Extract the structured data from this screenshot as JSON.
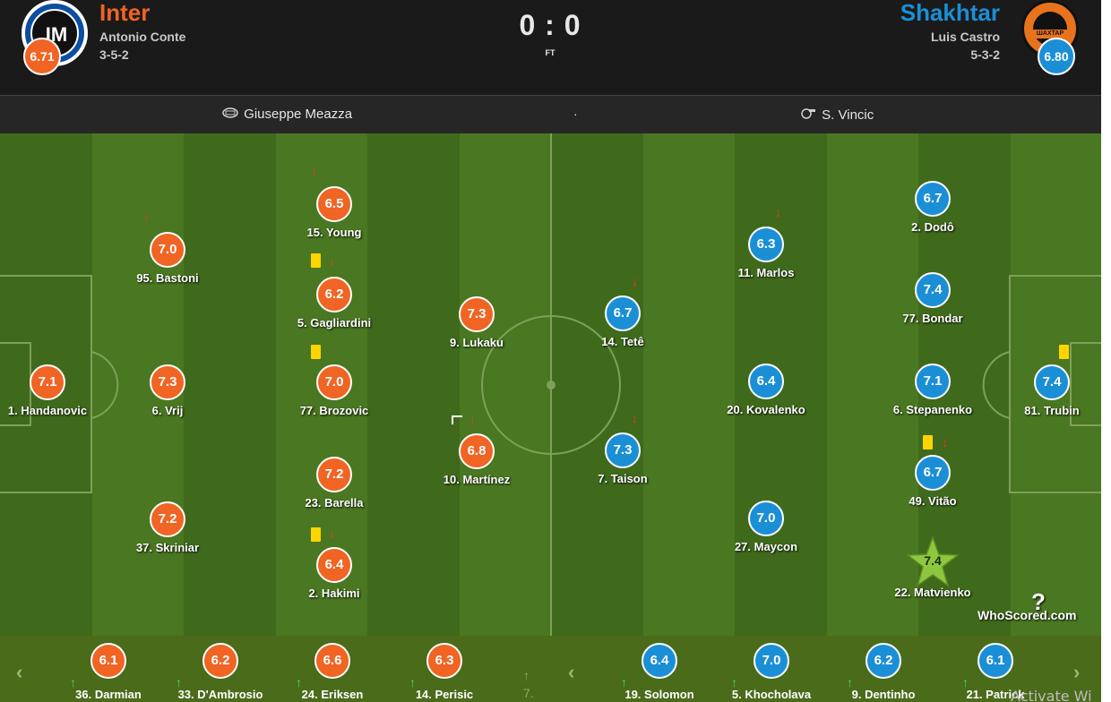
{
  "match": {
    "home": {
      "name": "Inter",
      "manager": "Antonio Conte",
      "formation": "3-5-2",
      "rating": "6.71",
      "color": "#f06424"
    },
    "away": {
      "name": "Shakhtar",
      "manager": "Luis Castro",
      "formation": "5-3-2",
      "rating": "6.80",
      "color": "#1b8fd6"
    },
    "score": "0 : 0",
    "status": "FT",
    "venue": "Giuseppe Meazza",
    "separator": "·",
    "referee": "S. Vincic"
  },
  "home_players": [
    {
      "id": "young",
      "rating": "6.5",
      "name": "15. Young",
      "subbed_off": true
    },
    {
      "id": "bastoni",
      "rating": "7.0",
      "name": "95. Bastoni",
      "subbed_off": true
    },
    {
      "id": "gagliardini",
      "rating": "6.2",
      "name": "5. Gagliardini",
      "subbed_off": true,
      "yellow_card": true
    },
    {
      "id": "lukaku",
      "rating": "7.3",
      "name": "9. Lukaku"
    },
    {
      "id": "handanovic",
      "rating": "7.1",
      "name": "1. Handanovic"
    },
    {
      "id": "vrij",
      "rating": "7.3",
      "name": "6. Vrij"
    },
    {
      "id": "brozovic",
      "rating": "7.0",
      "name": "77. Brozovic",
      "yellow_card": true
    },
    {
      "id": "martinez",
      "rating": "6.8",
      "name": "10. Martínez",
      "subbed_off": true,
      "woodwork": true
    },
    {
      "id": "barella",
      "rating": "7.2",
      "name": "23. Barella"
    },
    {
      "id": "skriniar",
      "rating": "7.2",
      "name": "37. Skriniar"
    },
    {
      "id": "hakimi",
      "rating": "6.4",
      "name": "2. Hakimi",
      "subbed_off": true,
      "yellow_card": true
    }
  ],
  "away_players": [
    {
      "id": "dodo",
      "rating": "6.7",
      "name": "2. Dodô"
    },
    {
      "id": "marlos",
      "rating": "6.3",
      "name": "11. Marlos",
      "subbed_off": true
    },
    {
      "id": "bondar",
      "rating": "7.4",
      "name": "77. Bondar"
    },
    {
      "id": "tete",
      "rating": "6.7",
      "name": "14. Tetê",
      "subbed_off": true
    },
    {
      "id": "kovalenko",
      "rating": "6.4",
      "name": "20. Kovalenko"
    },
    {
      "id": "stepanenko",
      "rating": "7.1",
      "name": "6. Stepanenko"
    },
    {
      "id": "trubin",
      "rating": "7.4",
      "name": "81. Trubin",
      "yellow_card": true
    },
    {
      "id": "taison",
      "rating": "7.3",
      "name": "7. Taison",
      "subbed_off": true
    },
    {
      "id": "vitao",
      "rating": "6.7",
      "name": "49. Vitão",
      "subbed_off": true,
      "yellow_card": true
    },
    {
      "id": "maycon",
      "rating": "7.0",
      "name": "27. Maycon"
    },
    {
      "id": "matvienko",
      "rating": "7.4",
      "name": "22. Matvienko",
      "man_of_the_match": true
    }
  ],
  "bench": {
    "home": [
      {
        "rating": "6.1",
        "name": "36. Darmian"
      },
      {
        "rating": "6.2",
        "name": "33. D'Ambrosio"
      },
      {
        "rating": "6.6",
        "name": "24. Eriksen"
      },
      {
        "rating": "6.3",
        "name": "14. Perisic"
      }
    ],
    "home_partial": "7.",
    "away": [
      {
        "rating": "6.4",
        "name": "19. Solomon"
      },
      {
        "rating": "7.0",
        "name": "5. Khocholava"
      },
      {
        "rating": "6.2",
        "name": "9. Dentinho"
      },
      {
        "rating": "6.1",
        "name": "21. Patrick"
      }
    ],
    "prev_label": "‹",
    "next_label": "›"
  },
  "watermark": "WhoScored.com",
  "partial_overlay_text": "Activate Wi",
  "colors": {
    "pitch_dark": "#3f6a1c",
    "pitch_light": "#4d7a22",
    "bench": "#4a6b1a",
    "header": "#1a1a1a",
    "motm_star": "#8dc63f"
  }
}
